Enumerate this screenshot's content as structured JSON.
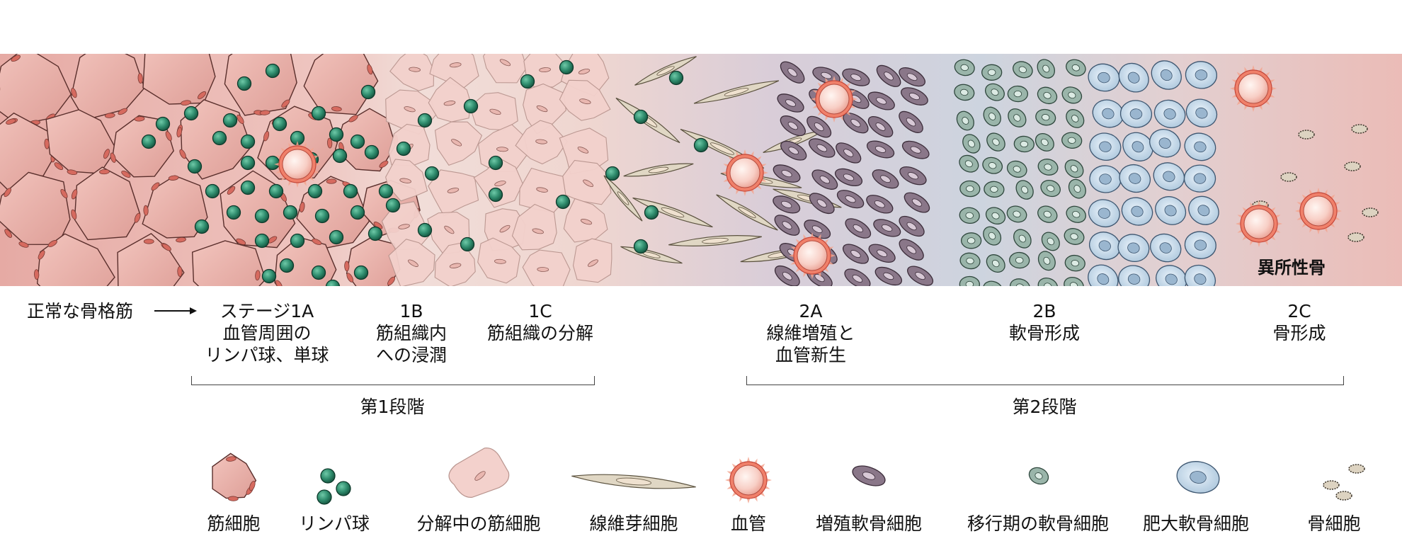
{
  "stages": {
    "normal": "正常な骨格筋",
    "s1a": [
      "ステージ1A",
      "血管周囲の",
      "リンパ球、単球"
    ],
    "s1b": [
      "1B",
      "筋組織内",
      "への浸潤"
    ],
    "s1c": [
      "1C",
      "筋組織の分解"
    ],
    "s2a": [
      "2A",
      "線維増殖と",
      "血管新生"
    ],
    "s2b": [
      "2B",
      "軟骨形成"
    ],
    "s2c": [
      "2C",
      "骨形成"
    ]
  },
  "brackets": {
    "phase1": "第1段階",
    "phase2": "第2段階"
  },
  "band_label": "異所性骨",
  "legend": [
    "筋細胞",
    "リンパ球",
    "分解中の筋細胞",
    "線維芽細胞",
    "血管",
    "増殖軟骨細胞",
    "移行期の軟骨細胞",
    "肥大軟骨細胞",
    "骨細胞"
  ],
  "colors": {
    "muscle": "#e3a8a3",
    "lymph": "#2e8b6c",
    "fibro": "#ddd3bf",
    "prolif": "#857082",
    "trans": "#8aa79b",
    "hyper": "#a9c4da",
    "osteo": "#d8cfbf",
    "vessel": "#f0806a"
  }
}
